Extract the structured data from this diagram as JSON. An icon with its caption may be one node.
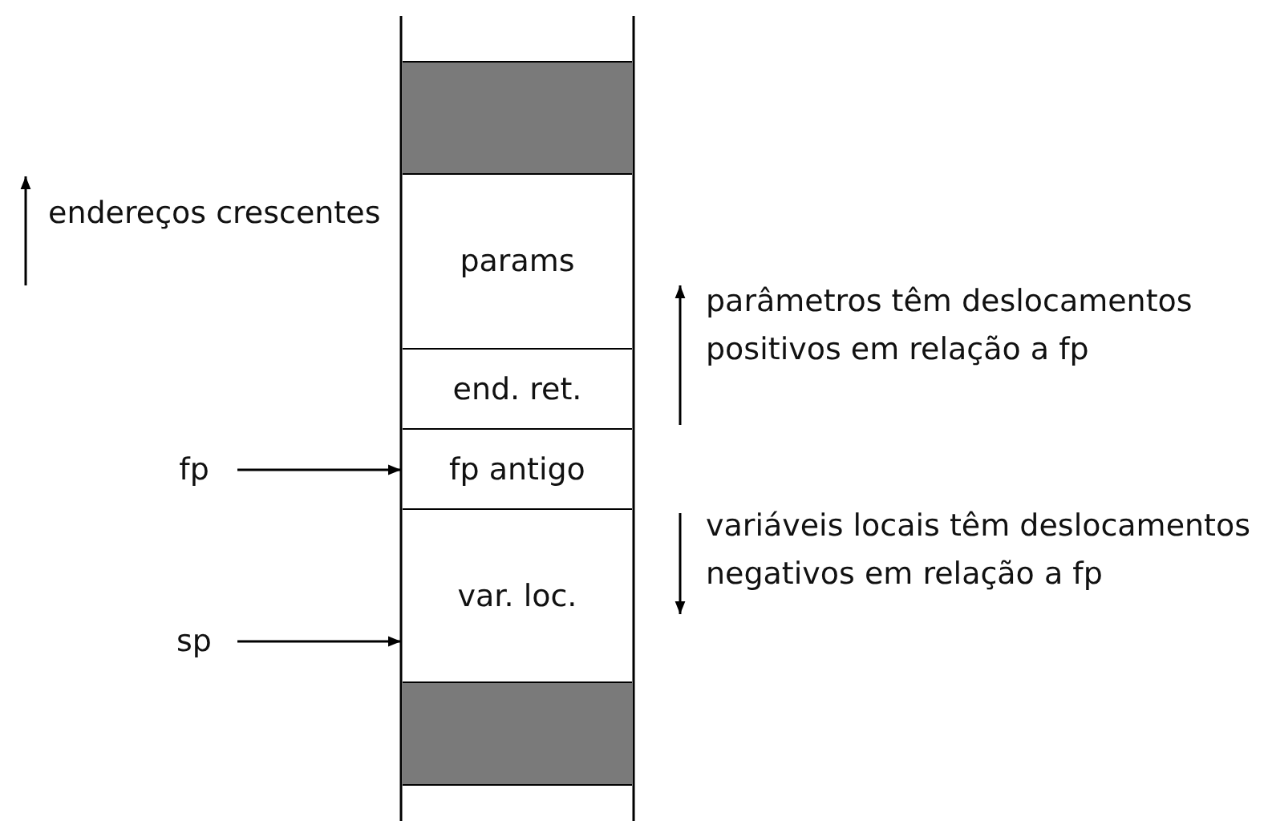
{
  "diagram": {
    "nodes": [
      {
        "text": [],
        "shape": "box"
      },
      {
        "text": [
          "params"
        ]
      },
      {
        "text": [
          "end. ret."
        ]
      },
      {
        "text": [
          "fp antigo"
        ]
      },
      {
        "text": [
          "var. loc."
        ]
      },
      {
        "text": [],
        "shape": "box"
      },
      {
        "text": [
          "fp"
        ]
      },
      {
        "text": [
          "sp"
        ]
      }
    ],
    "edges": [
      {
        "from": 6,
        "to": 3,
        "arrow": "to"
      },
      {
        "from": 7,
        "to": 4,
        "arrow": "to"
      }
    ],
    "labels": [
      "endereços crescentes",
      "parâmetros têm deslocamentos positivos em relação a fp",
      "variáveis locais têm deslocamentos negativos em relação a fp"
    ]
  }
}
